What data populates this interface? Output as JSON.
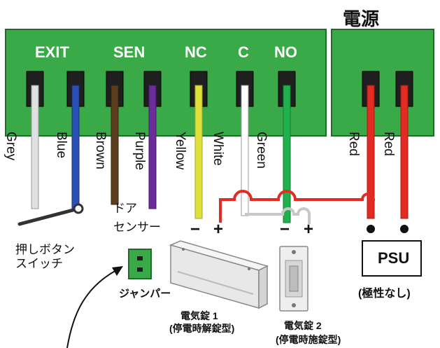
{
  "title": "電源",
  "terminal_labels": {
    "exit": "EXIT",
    "sen": "SEN",
    "nc": "NC",
    "c": "C",
    "no": "NO"
  },
  "wires": [
    {
      "id": "grey",
      "label": "Grey",
      "color": "#e0e0e0"
    },
    {
      "id": "blue",
      "label": "Blue",
      "color": "#2a4fb5"
    },
    {
      "id": "brown",
      "label": "Brown",
      "color": "#5b3d1e"
    },
    {
      "id": "purple",
      "label": "Purple",
      "color": "#6a2d9a"
    },
    {
      "id": "yellow",
      "label": "Yellow",
      "color": "#dfe03c"
    },
    {
      "id": "white",
      "label": "White",
      "color": "#ffffff"
    },
    {
      "id": "green",
      "label": "Green",
      "color": "#1fb14b"
    },
    {
      "id": "red1",
      "label": "Red",
      "color": "#e32b24"
    },
    {
      "id": "red2",
      "label": "Red",
      "color": "#e32b24"
    }
  ],
  "exit_button": {
    "line1": "押しボタン",
    "line2": "スイッチ"
  },
  "door_sensor": {
    "line1": "ドア",
    "line2": "センサー"
  },
  "jumper_label": "ジャンパー",
  "lock1": {
    "line1": "電気錠 1",
    "line2": "(停電時解錠型)"
  },
  "lock2": {
    "line1": "電気錠 2",
    "line2": "(停電時施錠型)"
  },
  "psu": {
    "label": "PSU",
    "note": "(極性なし)"
  },
  "polarity": {
    "minus": "−",
    "plus": "+"
  },
  "colors": {
    "terminal_green": "#3aaa49",
    "terminal_dark": "#1f1f1f",
    "wire_red": "#e32b24"
  }
}
